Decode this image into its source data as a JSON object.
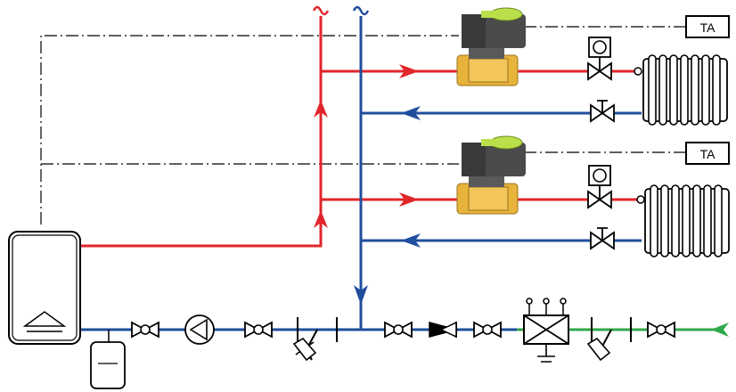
{
  "title": "",
  "colors": {
    "supply": "#e0262b",
    "return": "#1f4e9c",
    "inlet": "#2ea84a",
    "line": "#000000",
    "valve_body": "#e8b33a",
    "actuator": "#4b4b4b",
    "actuator_cap": "#b9e04a",
    "background": "#ffffff"
  },
  "thermostats": [
    {
      "label": "TA"
    },
    {
      "label": "TA"
    }
  ],
  "components": {
    "boiler": "wall-mounted-boiler",
    "expansion_vessel": "expansion-vessel",
    "pump": "circulation-pump",
    "zone_valves": [
      "motorized-zone-valve-upper",
      "motorized-zone-valve-lower"
    ],
    "radiators": [
      "radiator-upper",
      "radiator-lower"
    ],
    "filter": "magnetic-filter",
    "check_valve": "check-valve",
    "strainer": "y-strainer"
  }
}
